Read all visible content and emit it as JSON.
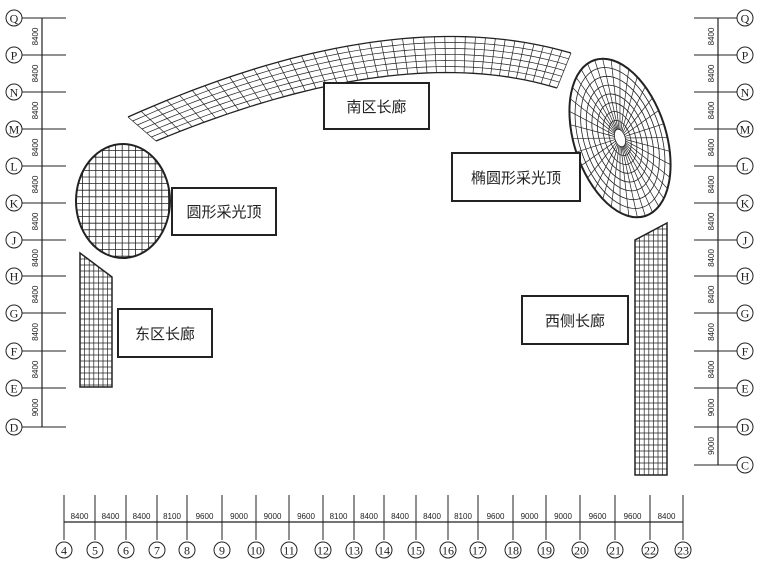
{
  "left_axis": {
    "labels": [
      "Q",
      "P",
      "N",
      "M",
      "L",
      "K",
      "J",
      "H",
      "G",
      "F",
      "E",
      "D"
    ],
    "spacings": [
      "8400",
      "8400",
      "8400",
      "8400",
      "8400",
      "8400",
      "8400",
      "8400",
      "8400",
      "8400",
      "9000"
    ]
  },
  "right_axis": {
    "labels": [
      "Q",
      "P",
      "N",
      "M",
      "L",
      "K",
      "J",
      "H",
      "G",
      "F",
      "E",
      "D",
      "C"
    ],
    "spacings": [
      "8400",
      "8400",
      "8400",
      "8400",
      "8400",
      "8400",
      "8400",
      "8400",
      "8400",
      "8400",
      "9000",
      "9000"
    ]
  },
  "bottom_axis": {
    "labels": [
      "4",
      "5",
      "6",
      "7",
      "8",
      "9",
      "10",
      "11",
      "12",
      "13",
      "14",
      "15",
      "16",
      "17",
      "18",
      "19",
      "20",
      "21",
      "22",
      "23"
    ],
    "spacings": [
      "8400",
      "8400",
      "8400",
      "8100",
      "9600",
      "9000",
      "9000",
      "9600",
      "8100",
      "8400",
      "8400",
      "8400",
      "8100",
      "9600",
      "9000",
      "9000",
      "9600",
      "9600",
      "8400"
    ]
  },
  "zones": {
    "south_corridor": "南区长廊",
    "circular_skylight": "圆形采光顶",
    "elliptical_skylight": "椭圆形采光顶",
    "east_corridor": "东区长廊",
    "west_corridor": "西侧长廊"
  }
}
